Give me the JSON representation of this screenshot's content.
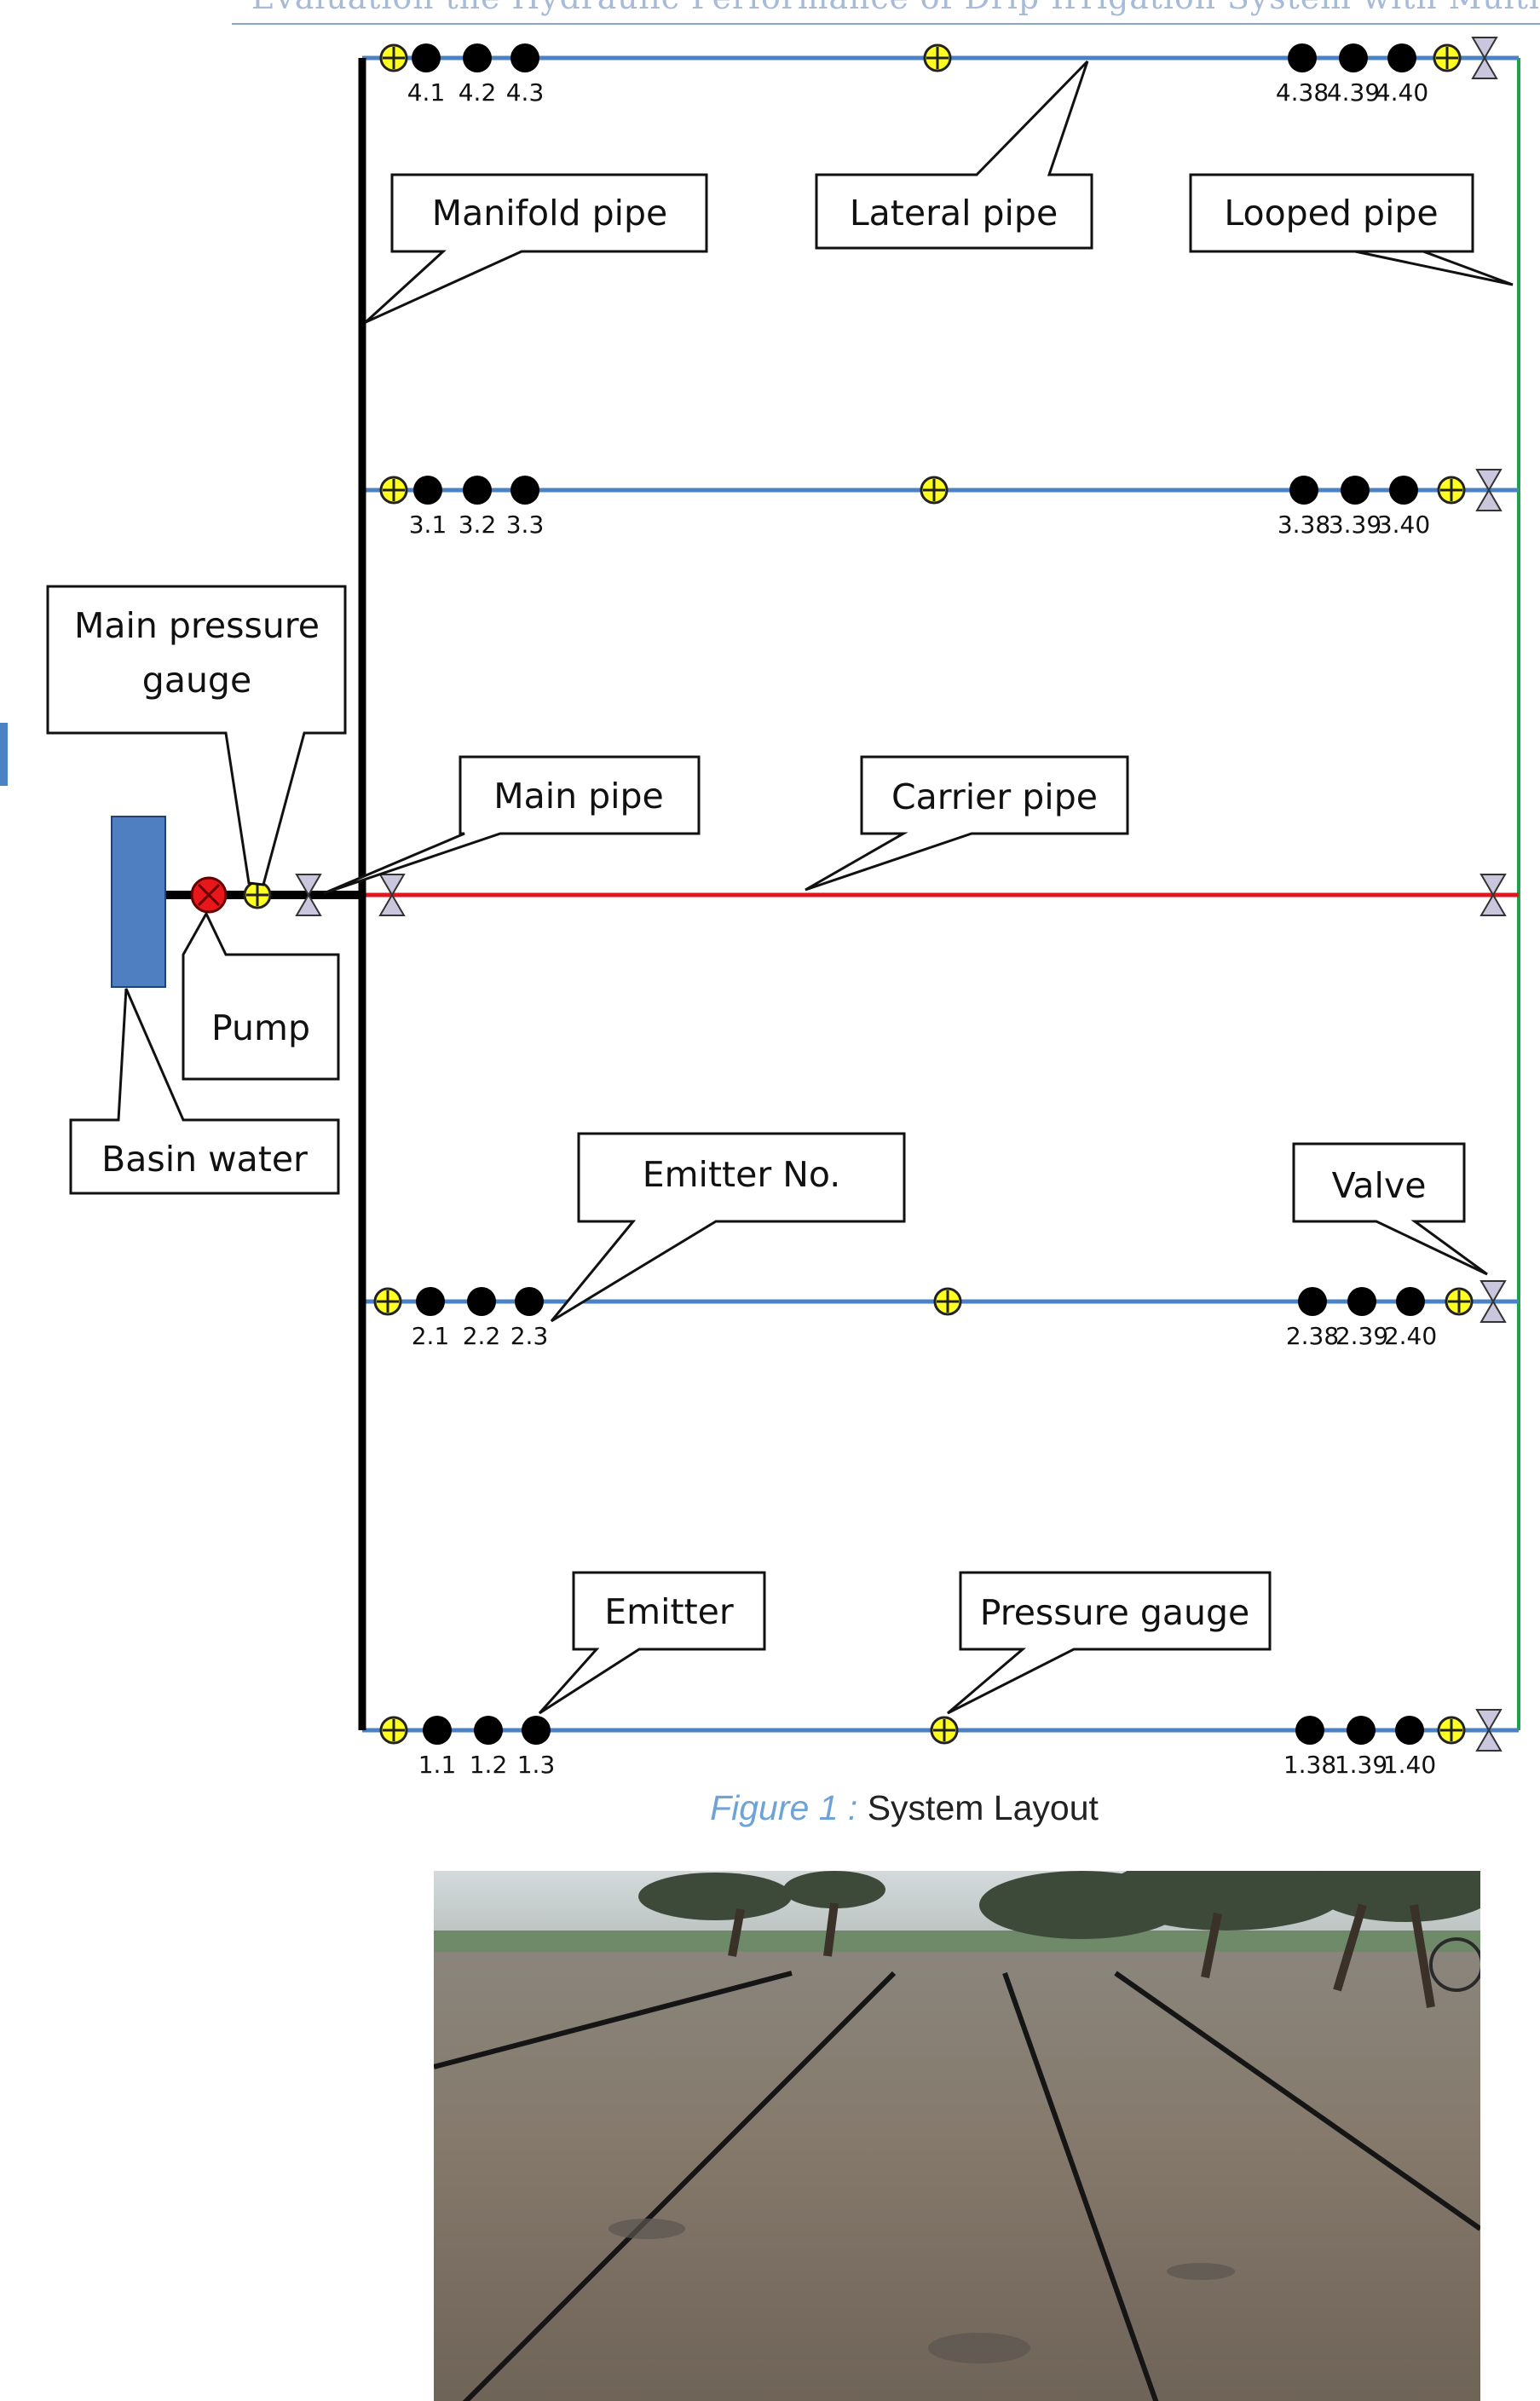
{
  "header": {
    "running_title": "Evaluation the Hydraulic Performance of Drip Irrigation System with Multi"
  },
  "colors": {
    "lateral_pipe": "#4a82c4",
    "carrier_pipe": "#e0161f",
    "looped_pipe": "#1fa04a",
    "manifold_pipe": "#000000",
    "basin_water": "#4f7fc0",
    "pump": "#e8171c",
    "pressure_gauge": "#ffff22",
    "valve": "#c9c6dd",
    "emitter": "#000000",
    "caption_label": "#6fa3d8",
    "header_text": "#a7bbd8",
    "left_accent_bar": "#4a82c4"
  },
  "laterals": [
    {
      "id": "lateral-4",
      "emitter_labels": [
        "4.1",
        "4.2",
        "4.3",
        "4.38",
        "4.39",
        "4.40"
      ]
    },
    {
      "id": "lateral-3",
      "emitter_labels": [
        "3.1",
        "3.2",
        "3.3",
        "3.38",
        "3.39",
        "3.40"
      ]
    },
    {
      "id": "lateral-2",
      "emitter_labels": [
        "2.1",
        "2.2",
        "2.3",
        "2.38",
        "2.39",
        "2.40"
      ]
    },
    {
      "id": "lateral-1",
      "emitter_labels": [
        "1.1",
        "1.2",
        "1.3",
        "1.38",
        "1.39",
        "1.40"
      ]
    }
  ],
  "callouts": {
    "manifold_pipe": [
      "Manifold pipe"
    ],
    "lateral_pipe": [
      "Lateral pipe"
    ],
    "looped_pipe": [
      "Looped pipe"
    ],
    "main_pressure_gauge": [
      "Main pressure",
      "gauge"
    ],
    "main_pipe": [
      "Main pipe"
    ],
    "carrier_pipe": [
      "Carrier pipe"
    ],
    "pump": [
      "Pump"
    ],
    "basin_water": [
      "Basin water"
    ],
    "emitter_no": [
      "Emitter No."
    ],
    "valve": [
      "Valve"
    ],
    "emitter": [
      "Emitter"
    ],
    "pressure_gauge": [
      "Pressure gauge"
    ]
  },
  "caption": {
    "label": "Figure 1 :",
    "text": "System Layout"
  }
}
